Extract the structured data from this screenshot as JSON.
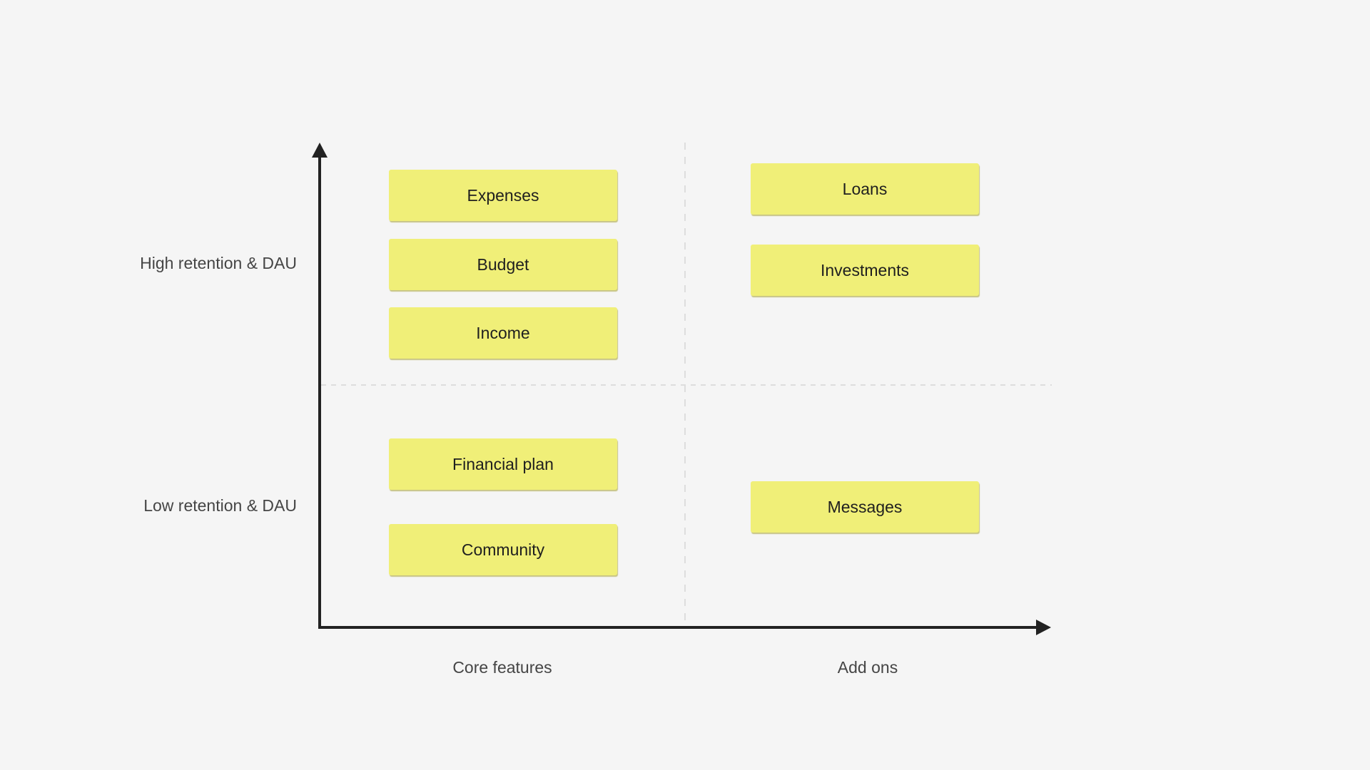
{
  "matrix": {
    "y_axis": {
      "rows": [
        {
          "label": "High retention & DAU"
        },
        {
          "label": "Low retention & DAU"
        }
      ]
    },
    "x_axis": {
      "columns": [
        {
          "label": "Core features"
        },
        {
          "label": "Add ons"
        }
      ]
    },
    "cards": [
      {
        "label": "Expenses",
        "quadrant": "core-high"
      },
      {
        "label": "Budget",
        "quadrant": "core-high"
      },
      {
        "label": "Income",
        "quadrant": "core-high"
      },
      {
        "label": "Loans",
        "quadrant": "addons-high"
      },
      {
        "label": "Investments",
        "quadrant": "addons-high"
      },
      {
        "label": "Financial plan",
        "quadrant": "core-low"
      },
      {
        "label": "Community",
        "quadrant": "core-low"
      },
      {
        "label": "Messages",
        "quadrant": "addons-low"
      }
    ],
    "colors": {
      "card": "#f0ef78",
      "axis": "#222222",
      "grid": "#dddddd",
      "background": "#f5f5f5"
    }
  }
}
